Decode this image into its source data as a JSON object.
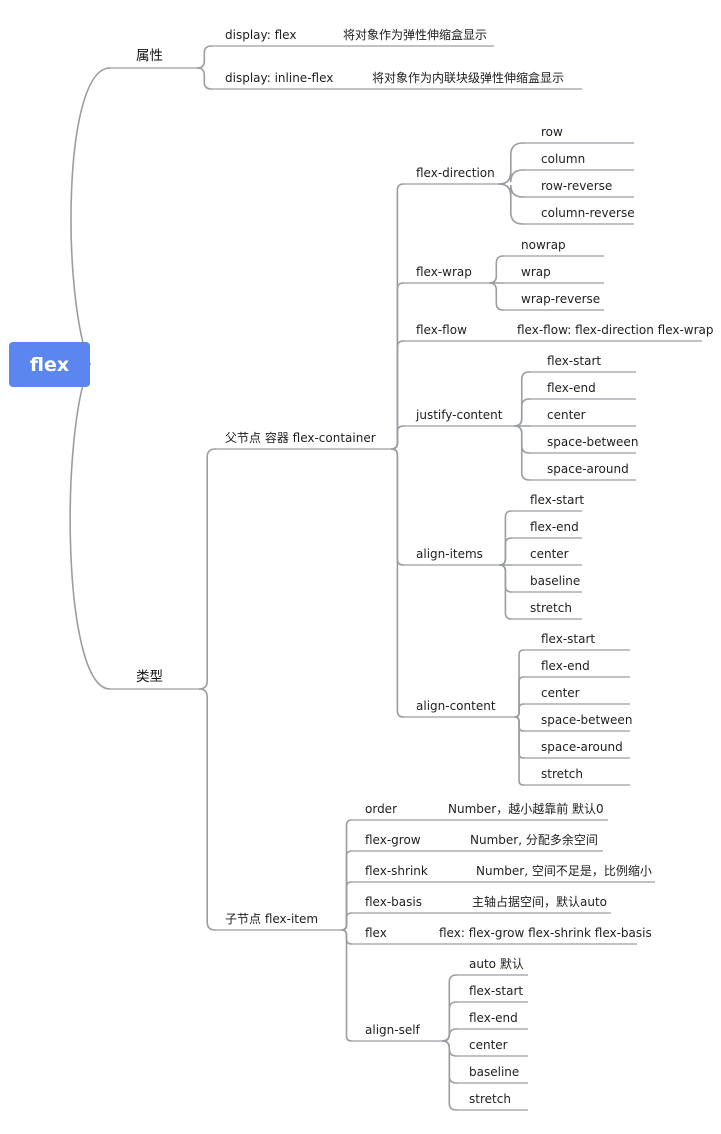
{
  "root": "flex",
  "branches": [
    {
      "label": "属性",
      "children": [
        {
          "label": "display: flex",
          "children": [
            {
              "label": "将对象作为弹性伸缩盒显示"
            }
          ]
        },
        {
          "label": "display: inline-flex",
          "children": [
            {
              "label": "将对象作为内联块级弹性伸缩盒显示"
            }
          ]
        }
      ]
    },
    {
      "label": "类型",
      "children": [
        {
          "label": "父节点 容器 flex-container",
          "children": [
            {
              "label": "flex-direction",
              "children": [
                {
                  "label": "row"
                },
                {
                  "label": "column"
                },
                {
                  "label": "row-reverse"
                },
                {
                  "label": "column-reverse"
                }
              ]
            },
            {
              "label": "flex-wrap",
              "children": [
                {
                  "label": "nowrap"
                },
                {
                  "label": "wrap"
                },
                {
                  "label": "wrap-reverse"
                }
              ]
            },
            {
              "label": "flex-flow",
              "children": [
                {
                  "label": "flex-flow: flex-direction flex-wrap"
                }
              ]
            },
            {
              "label": "justify-content",
              "children": [
                {
                  "label": "flex-start"
                },
                {
                  "label": "flex-end"
                },
                {
                  "label": "center"
                },
                {
                  "label": "space-between"
                },
                {
                  "label": "space-around"
                }
              ]
            },
            {
              "label": "align-items",
              "children": [
                {
                  "label": "flex-start"
                },
                {
                  "label": "flex-end"
                },
                {
                  "label": "center"
                },
                {
                  "label": "baseline"
                },
                {
                  "label": "stretch"
                }
              ]
            },
            {
              "label": "align-content",
              "children": [
                {
                  "label": "flex-start"
                },
                {
                  "label": "flex-end"
                },
                {
                  "label": "center"
                },
                {
                  "label": "space-between"
                },
                {
                  "label": "space-around"
                },
                {
                  "label": "stretch"
                }
              ]
            }
          ]
        },
        {
          "label": "子节点  flex-item",
          "children": [
            {
              "label": "order",
              "children": [
                {
                  "label": "Number，越小越靠前 默认0"
                }
              ]
            },
            {
              "label": "flex-grow",
              "children": [
                {
                  "label": "Number, 分配多余空间"
                }
              ]
            },
            {
              "label": "flex-shrink",
              "children": [
                {
                  "label": "Number, 空间不足是，比例缩小"
                }
              ]
            },
            {
              "label": "flex-basis",
              "children": [
                {
                  "label": "主轴占据空间，默认auto"
                }
              ]
            },
            {
              "label": "flex",
              "children": [
                {
                  "label": "flex: flex-grow flex-shrink flex-basis"
                }
              ]
            },
            {
              "label": "align-self",
              "children": [
                {
                  "label": "auto 默认"
                },
                {
                  "label": "flex-start"
                },
                {
                  "label": "flex-end"
                },
                {
                  "label": "center"
                },
                {
                  "label": "baseline"
                },
                {
                  "label": "stretch"
                }
              ]
            }
          ]
        }
      ]
    }
  ]
}
